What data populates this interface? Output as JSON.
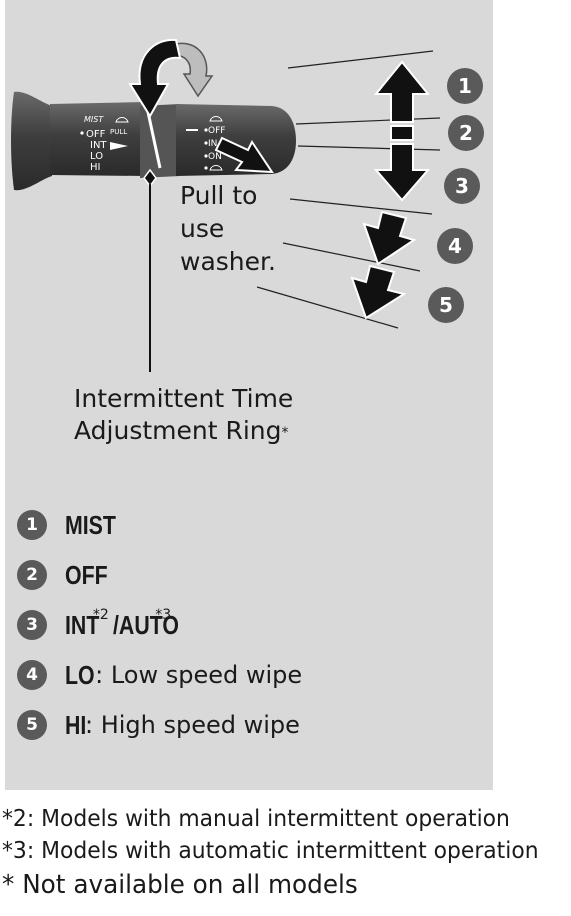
{
  "diagram": {
    "stalk_labels": {
      "mist": "MIST",
      "pull": "PULL",
      "off": "OFF",
      "int": "INT",
      "lo": "LO",
      "hi": "HI",
      "off_ring": "OFF",
      "int_ring": "IN",
      "on_ring": "ON"
    },
    "callout_numbers": [
      "1",
      "2",
      "3",
      "4",
      "5"
    ],
    "pull_label_lines": [
      "Pull to",
      "use",
      "washer."
    ],
    "ring_label_lines": [
      "Intermittent Time",
      "Adjustment Ring"
    ],
    "ring_label_mark": "*"
  },
  "legend": [
    {
      "num": "1",
      "term": "MIST",
      "desc": "",
      "extra": []
    },
    {
      "num": "2",
      "term": "OFF",
      "desc": "",
      "extra": []
    },
    {
      "num": "3",
      "term": "INT",
      "desc": "",
      "extra": [
        {
          "type": "sup",
          "text": "*2"
        },
        {
          "type": "term",
          "text": "/AUTO"
        },
        {
          "type": "sup",
          "text": "*3"
        }
      ]
    },
    {
      "num": "4",
      "term": "LO",
      "desc": " : Low speed wipe",
      "extra": []
    },
    {
      "num": "5",
      "term": "HI",
      "desc": " : High speed wipe",
      "extra": []
    }
  ],
  "footnotes": [
    "*2: Models with manual intermittent operation",
    "*3: Models with automatic intermittent operation",
    " * Not available on all models"
  ],
  "colors": {
    "panel": "#d9d9d9",
    "stalk": "#4a4a4a",
    "badge": "#5a5a5a",
    "arrow": "#111111",
    "arrow_outline": "#ffffff"
  }
}
